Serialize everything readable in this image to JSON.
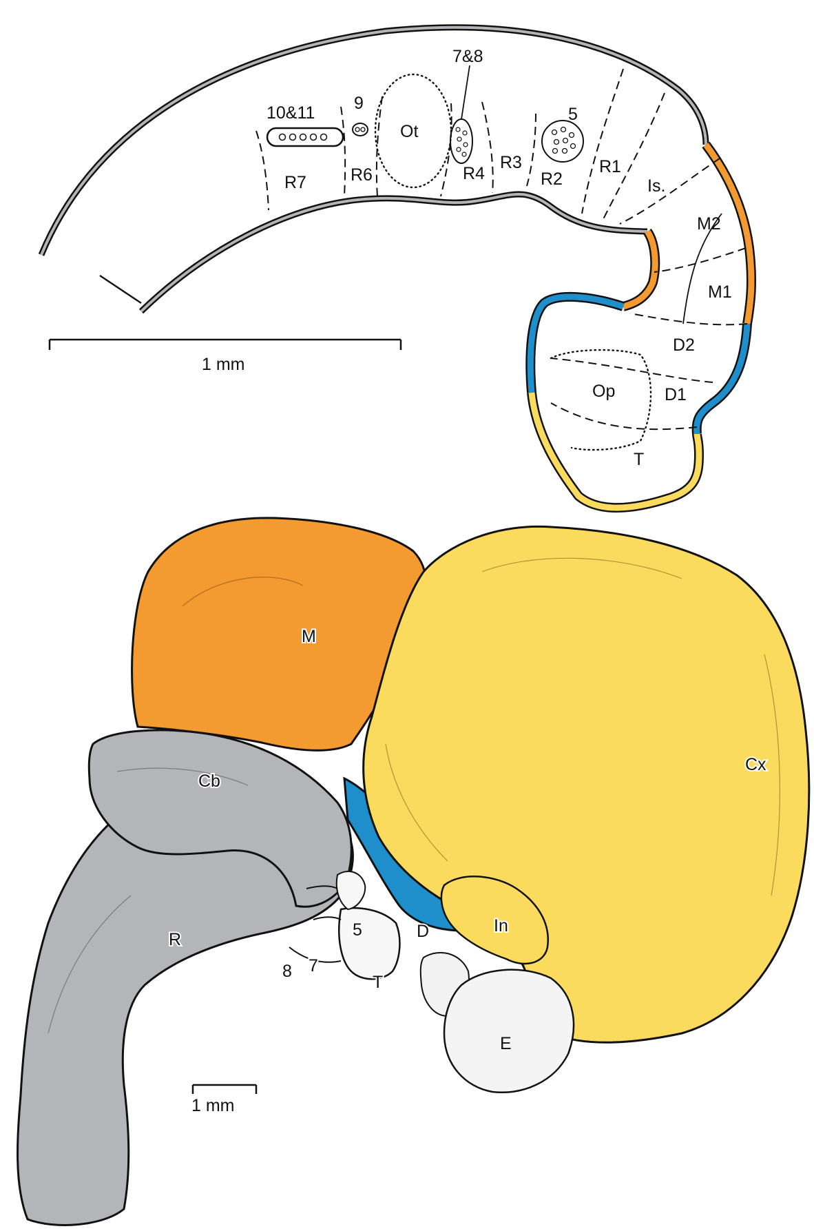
{
  "top_diagram": {
    "nerve_labels": [
      "10&11",
      "9",
      "7&8",
      "5"
    ],
    "region_labels": [
      "Ot",
      "R7",
      "R6",
      "R4",
      "R3",
      "R2",
      "R1",
      "Is.",
      "M2",
      "M1",
      "D2",
      "D1",
      "Op",
      "T"
    ],
    "scale_label": "1 mm"
  },
  "bottom_diagram": {
    "region_labels": [
      "M",
      "Cb",
      "Cx",
      "R",
      "D",
      "In",
      "5",
      "T",
      "7",
      "8",
      "E"
    ],
    "scale_label": "1 mm"
  },
  "colors": {
    "orange": "#F39A31",
    "blue": "#1E8FCB",
    "yellow": "#FADB5E",
    "gray": "#B4B5B8",
    "ink": "#111111"
  }
}
